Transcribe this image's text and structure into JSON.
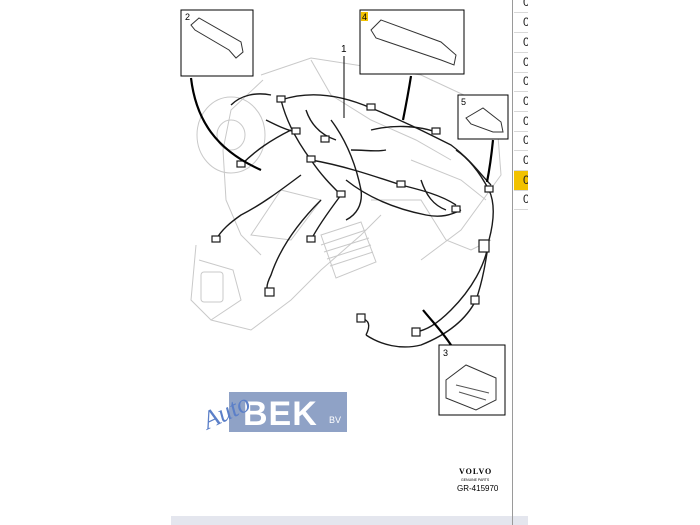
{
  "diagram": {
    "callouts": [
      "1",
      "2",
      "4",
      "5",
      "3"
    ],
    "brand": "VOLVO",
    "brand_sub": "GENUINE PARTS",
    "part_code": "GR-415970"
  },
  "watermark": {
    "script": "Auto",
    "word": "BEK",
    "suffix": "BV"
  },
  "side_list": {
    "selected_index": 9,
    "rows": [
      "0",
      "0",
      "0",
      "0",
      "0",
      "0",
      "0",
      "0",
      "0",
      "0",
      "0"
    ]
  },
  "colors": {
    "selected_row": "#f2c200",
    "watermark_blue": "#5b7fc8",
    "watermark_box": "#8fa2c6"
  }
}
